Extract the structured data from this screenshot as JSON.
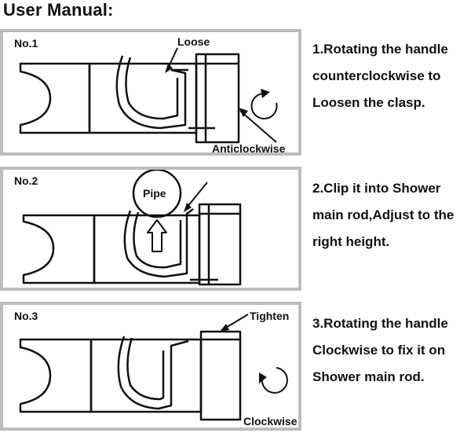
{
  "title": "User Manual:",
  "steps": [
    {
      "label": "No.1",
      "callouts": [
        "Loose",
        "Anticlockwise"
      ],
      "lines": [
        "1.Rotating the handle",
        "counterclockwise to",
        "Loosen the clasp."
      ]
    },
    {
      "label": "No.2",
      "callouts": [
        "Pipe"
      ],
      "lines": [
        "2.Clip it into Shower",
        "main rod,Adjust to the",
        "right height."
      ]
    },
    {
      "label": "No.3",
      "callouts": [
        "Tighten",
        "Clockwise"
      ],
      "lines": [
        "3.Rotating the handle",
        "Clockwise to fix it on",
        "Shower main rod."
      ]
    }
  ],
  "colors": {
    "border": "#bdbdbd",
    "ink": "#111111"
  }
}
